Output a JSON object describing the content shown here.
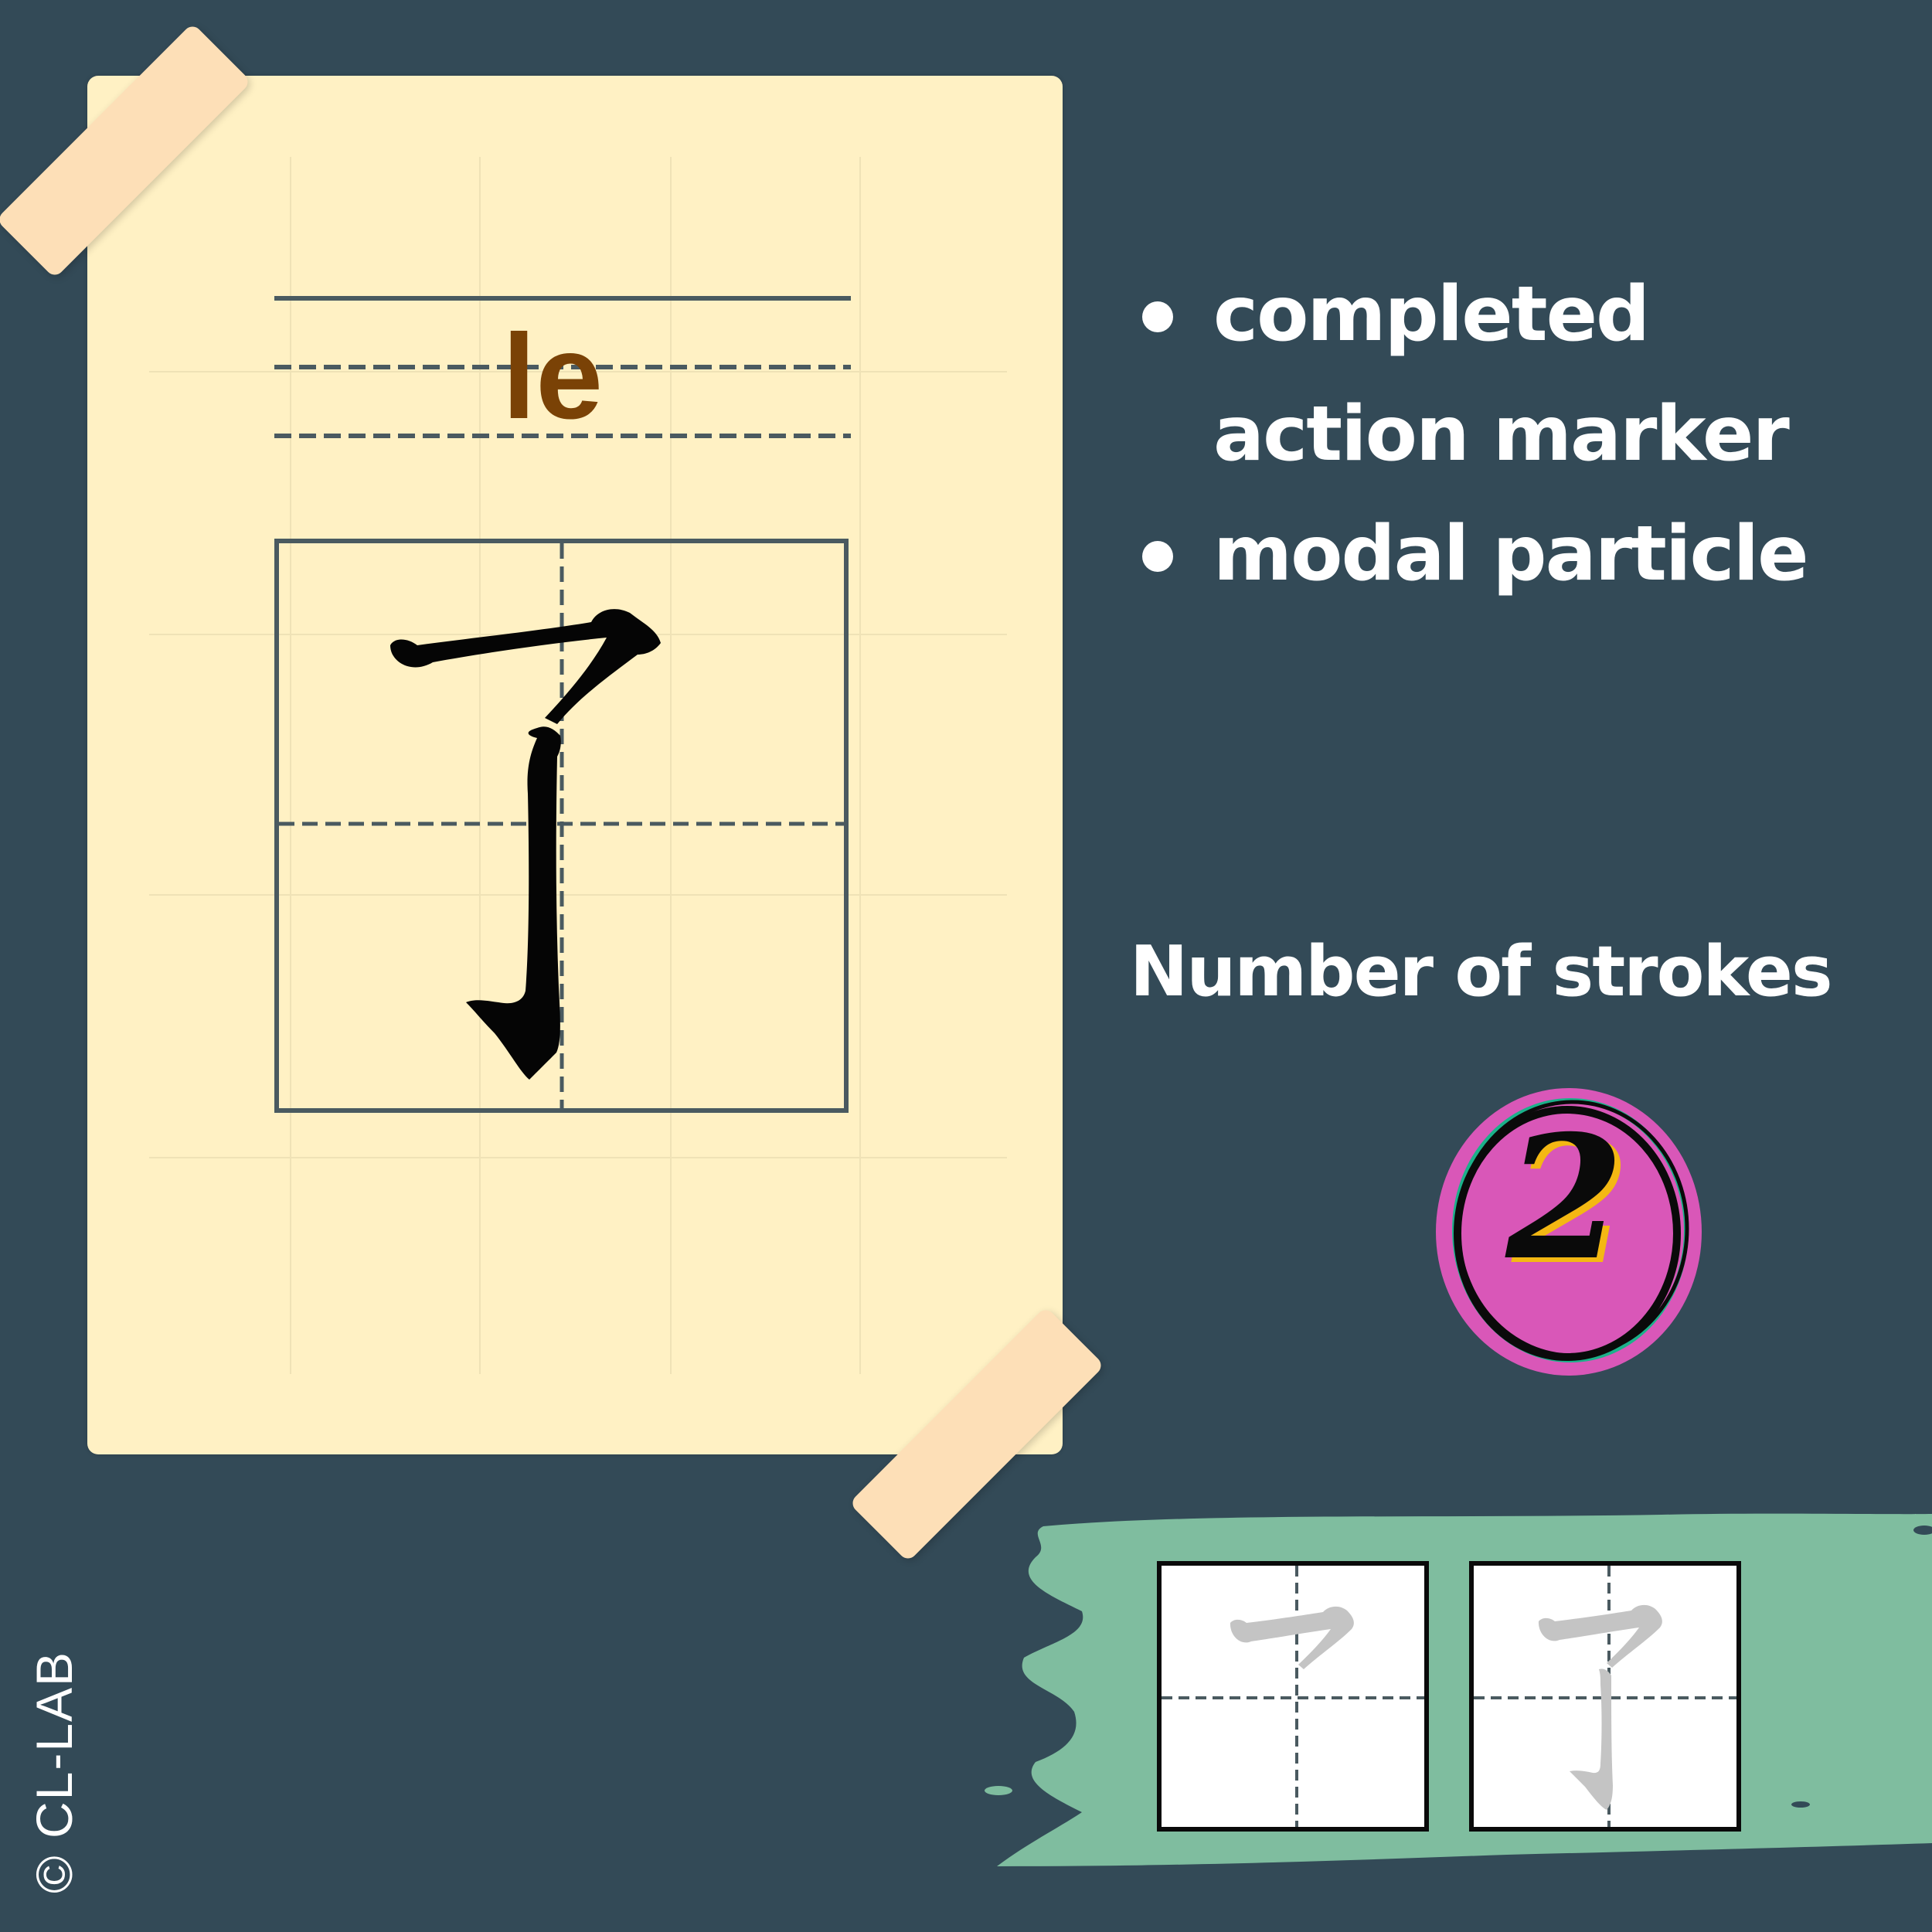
{
  "card": {
    "pinyin": "le",
    "character": "了"
  },
  "meanings": [
    {
      "text": "completed action marker"
    },
    {
      "text": "modal particle"
    }
  ],
  "strokes": {
    "label": "Number of strokes",
    "count": "2",
    "badge_color": "#d957b8"
  },
  "stroke_order": [
    {
      "step": 1,
      "glyph": "㇇"
    },
    {
      "step": 2,
      "glyph": "了"
    }
  ],
  "colors": {
    "background": "#334a57",
    "paper": "#fff1c4",
    "tape": "#fddfb7",
    "pinyin": "#7a4206",
    "swash": "#7fbd9f"
  },
  "copyright": "© CL-LAB"
}
